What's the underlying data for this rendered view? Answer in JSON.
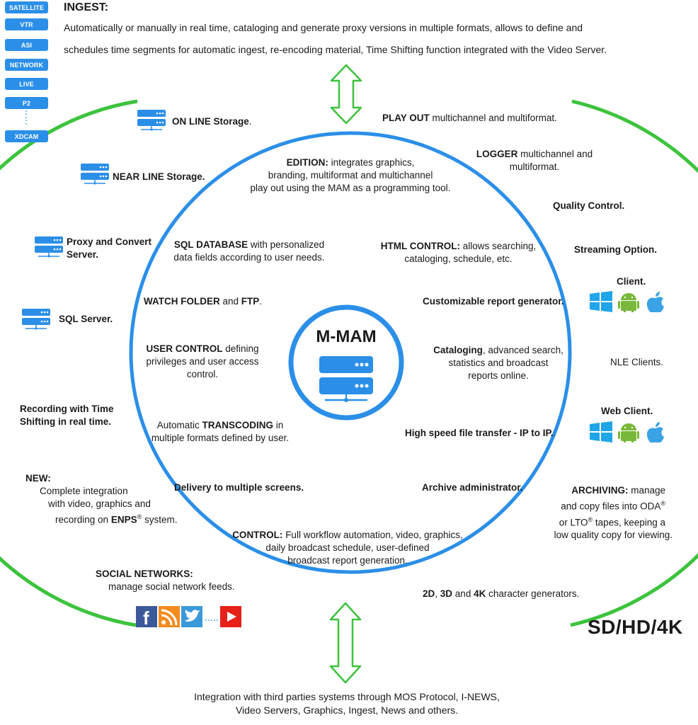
{
  "colors": {
    "green": "#3cc33c",
    "blue": "#2b8fe8",
    "dark_blue": "#1a7fe0",
    "text": "#1a1a1a"
  },
  "sources": [
    "SATELLITE",
    "VTR",
    "ASI",
    "NETWORK",
    "LIVE",
    "P2",
    "XDCAM"
  ],
  "ingest": {
    "title": "INGEST:",
    "line1": "Automatically or manually in real time, cataloging and generate proxy versions in multiple formats, allows to define and",
    "line2": "schedules time segments for automatic ingest, re-encoding material, Time Shifting function integrated with the Video Server."
  },
  "center": {
    "title": "M-MAM",
    "icon": "server-icon"
  },
  "left": {
    "online": {
      "bold": "ON LINE Storage",
      "rest": "."
    },
    "nearline": "NEAR LINE Storage.",
    "proxy": {
      "line1": "Proxy and Convert",
      "line2": "Server."
    },
    "sql_server": "SQL Server.",
    "recording": {
      "line1": "Recording with Time",
      "line2": "Shifting in real time."
    },
    "new": {
      "title": "NEW:",
      "line1": "Complete integration",
      "line2": "with video, graphics and",
      "line3_pre": "recording on ",
      "line3_bold": "ENPS",
      "line3_sup": "®",
      "line3_post": " system."
    },
    "social": {
      "title": "SOCIAL NETWORKS:",
      "line1": "manage social network feeds."
    }
  },
  "inner": {
    "edition": {
      "bold": "EDITION:",
      "line1": " integrates graphics,",
      "line2": "branding, multiformat and multichannel",
      "line3": "play out using the MAM as a programming tool."
    },
    "sql_db": {
      "bold": "SQL DATABASE",
      "line1": " with personalized",
      "line2": "data fields according to user needs."
    },
    "html_control": {
      "bold": "HTML CONTROL:",
      "line1": " allows searching,",
      "line2": "cataloging, schedule, etc."
    },
    "watch": {
      "bold1": "WATCH FOLDER",
      "mid": " and ",
      "bold2": "FTP",
      "end": "."
    },
    "report": "Customizable report generator.",
    "user_control": {
      "bold": "USER CONTROL",
      "line1": " defining",
      "line2": "privileges and user access",
      "line3": "control."
    },
    "cataloging": {
      "bold": "Cataloging",
      "line1": ", advanced search,",
      "line2": "statistics and broadcast",
      "line3": "reports online."
    },
    "transcoding": {
      "pre": "Automatic ",
      "bold": "TRANSCODING",
      "line1": " in",
      "line2": "multiple formats defined by user."
    },
    "transfer": "High speed file transfer - IP to IP.",
    "delivery": "Delivery to multiple screens.",
    "archive_admin": "Archive administrator.",
    "control": {
      "bold": "CONTROL:",
      "line1": " Full workflow automation, video, graphics,",
      "line2": "daily broadcast schedule, user-defined",
      "line3": "broadcast report generation."
    }
  },
  "right": {
    "playout": {
      "bold": "PLAY OUT",
      "rest": " multichannel and multiformat."
    },
    "logger": {
      "bold": "LOGGER",
      "line1": " multichannel and",
      "line2": "multiformat."
    },
    "quality": "Quality Control.",
    "streaming": "Streaming Option.",
    "client": "Client.",
    "nle": "NLE Clients.",
    "web_client": "Web Client.",
    "archiving": {
      "bold": "ARCHIVING:",
      "line1": " manage",
      "line2_pre": "and copy files into ODA",
      "sup": "®",
      "line3_pre": "or LTO",
      "line3_post": " tapes, keeping a",
      "line4": "low quality copy for viewing."
    },
    "chargen": {
      "b1": "2D",
      "s1": ", ",
      "b2": "3D",
      "s2": " and ",
      "b3": "4K",
      "s3": " character generators."
    }
  },
  "format_label": "SD/HD/4K",
  "integration": {
    "line1": "Integration with third parties systems through MOS Protocol, I-NEWS,",
    "line2": "Video Servers, Graphics, Ingest, News and others."
  }
}
